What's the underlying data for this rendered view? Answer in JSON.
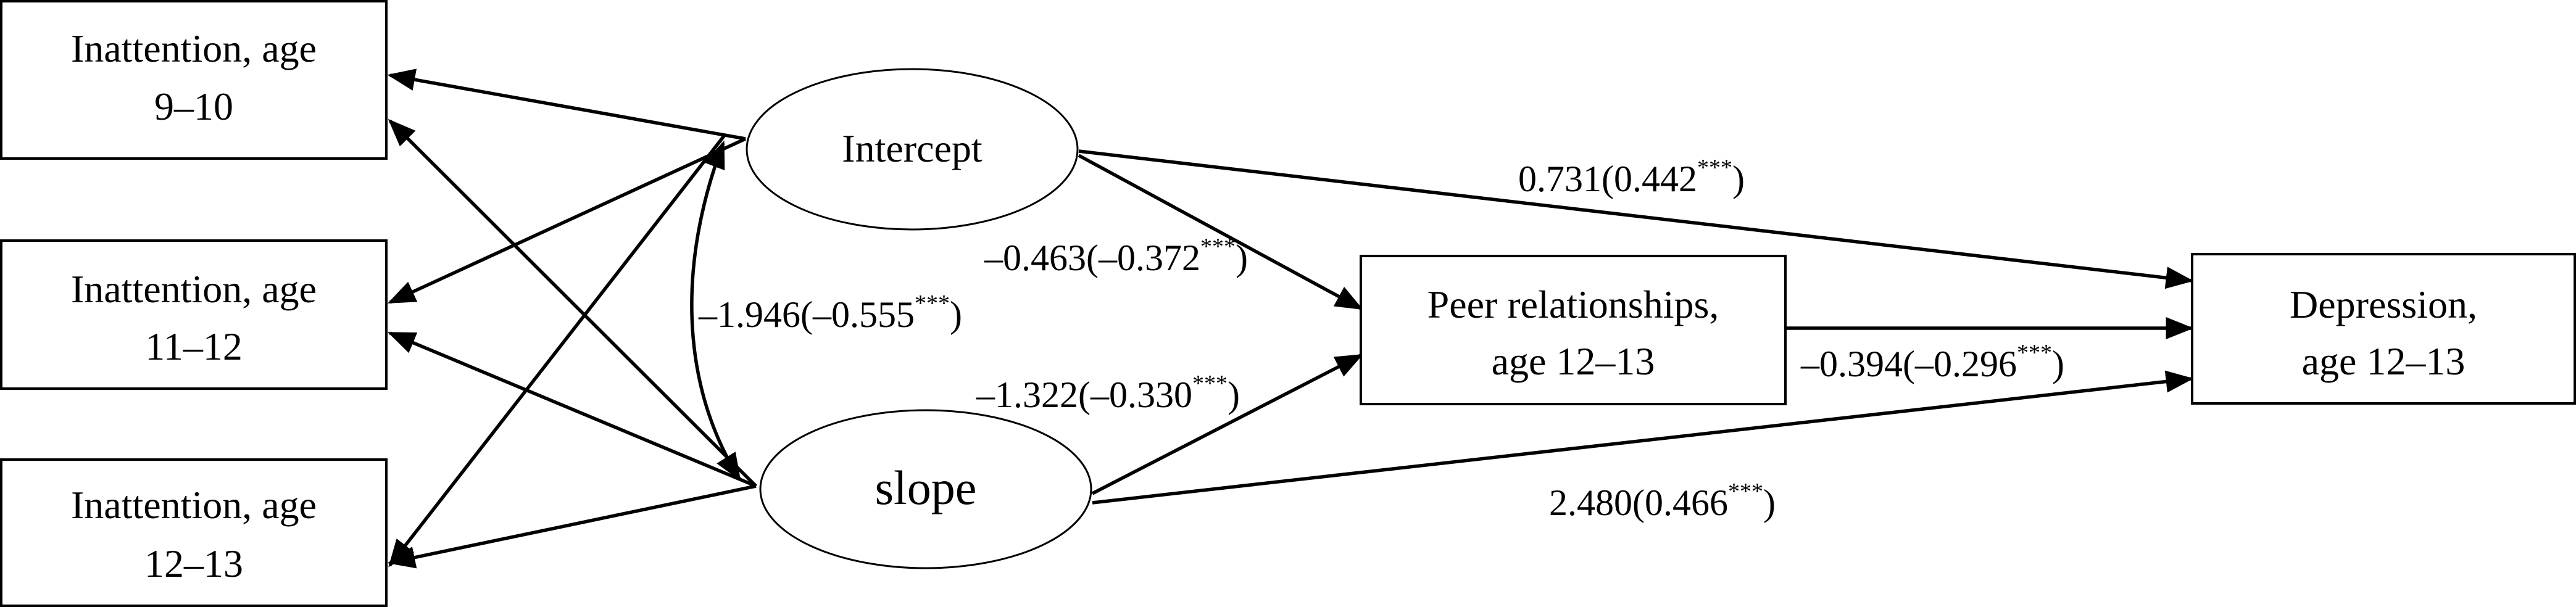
{
  "nodes": {
    "inattention_9_10": {
      "line1": "Inattention, age",
      "line2": "9–10"
    },
    "inattention_11_12": {
      "line1": "Inattention, age",
      "line2": "11–12"
    },
    "inattention_12_13": {
      "line1": "Inattention, age",
      "line2": "12–13"
    },
    "intercept": {
      "label": "Intercept"
    },
    "slope": {
      "label": "slope"
    },
    "peer": {
      "line1": "Peer relationships,",
      "line2": "age 12–13"
    },
    "depression": {
      "line1": "Depression,",
      "line2": "age 12–13"
    }
  },
  "paths": {
    "intercept_depression": {
      "main": "0.731(0.442",
      "stars": "***",
      "close": ")"
    },
    "intercept_peer": {
      "main": "–0.463(–0.372",
      "stars": "***",
      "close": ")"
    },
    "intercept_slope_cov": {
      "main": "–1.946(–0.555",
      "stars": "***",
      "close": ")"
    },
    "slope_peer": {
      "main": "–1.322(–0.330",
      "stars": "***",
      "close": ")"
    },
    "peer_depression": {
      "main": "–0.394(–0.296",
      "stars": "***",
      "close": ")"
    },
    "slope_depression": {
      "main": "2.480(0.466",
      "stars": "***",
      "close": ")"
    }
  }
}
